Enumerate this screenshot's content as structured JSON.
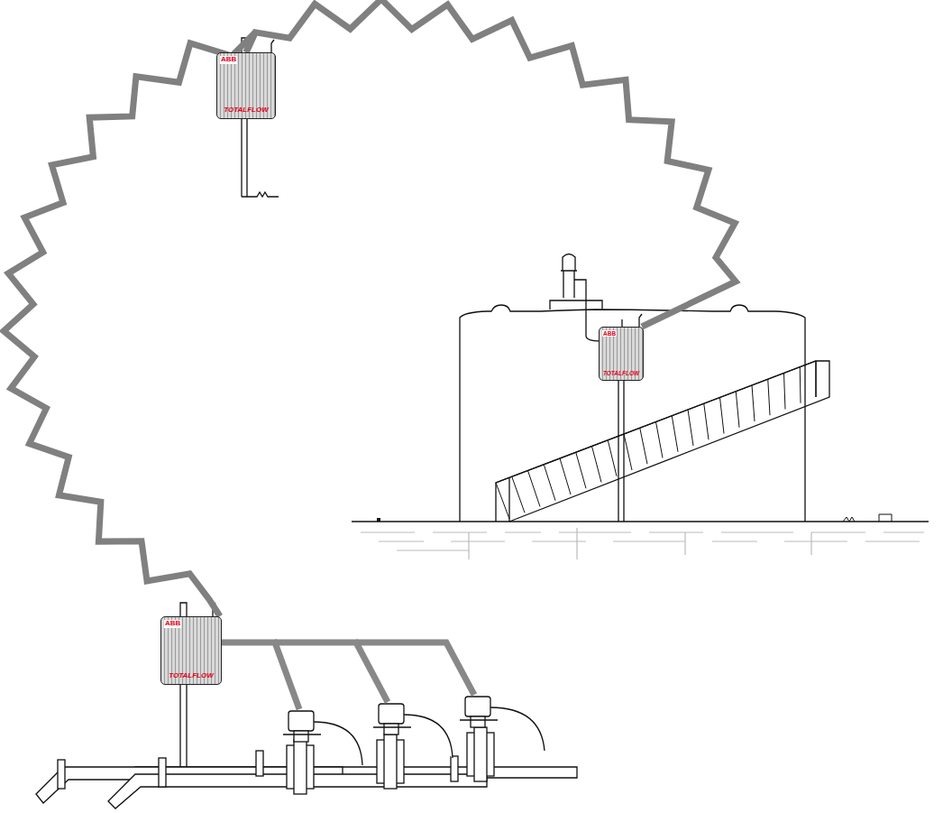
{
  "diagram": {
    "nodes": [
      {
        "text": [
          "ABB",
          "TOTALFLOW"
        ]
      },
      {
        "text": [
          "ABB",
          "TOTALFLOW"
        ]
      },
      {
        "text": [
          "ABB",
          "TOTALFLOW"
        ]
      }
    ],
    "edges": [
      {
        "from": 0,
        "to": 1,
        "arrow": "none"
      },
      {
        "from": 0,
        "to": 2,
        "arrow": "none"
      }
    ]
  }
}
